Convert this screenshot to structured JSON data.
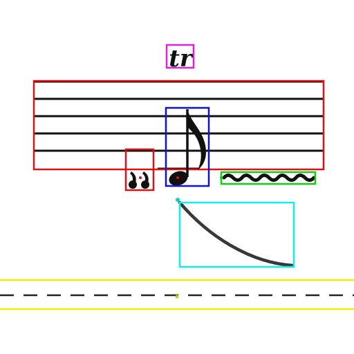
{
  "trill": {
    "text": "tr"
  },
  "colors": {
    "trill_box": "#e020e0",
    "staff_box": "#dd1111",
    "note_box": "#1010dd",
    "glyph_box": "#dd1111",
    "wavy_box": "#11cc11",
    "curve_box": "#11eeee",
    "dashed_box": "#eeee00",
    "ink": "#111111"
  },
  "icons": {
    "trill": "trill-ornament-icon",
    "staff": "five-line-staff",
    "note": "eighth-note-icon",
    "glyph": "double-comma-breath-mark-icon",
    "wavy": "wavy-trill-line-icon",
    "curve": "slur-curve",
    "dashed": "dashed-line"
  }
}
